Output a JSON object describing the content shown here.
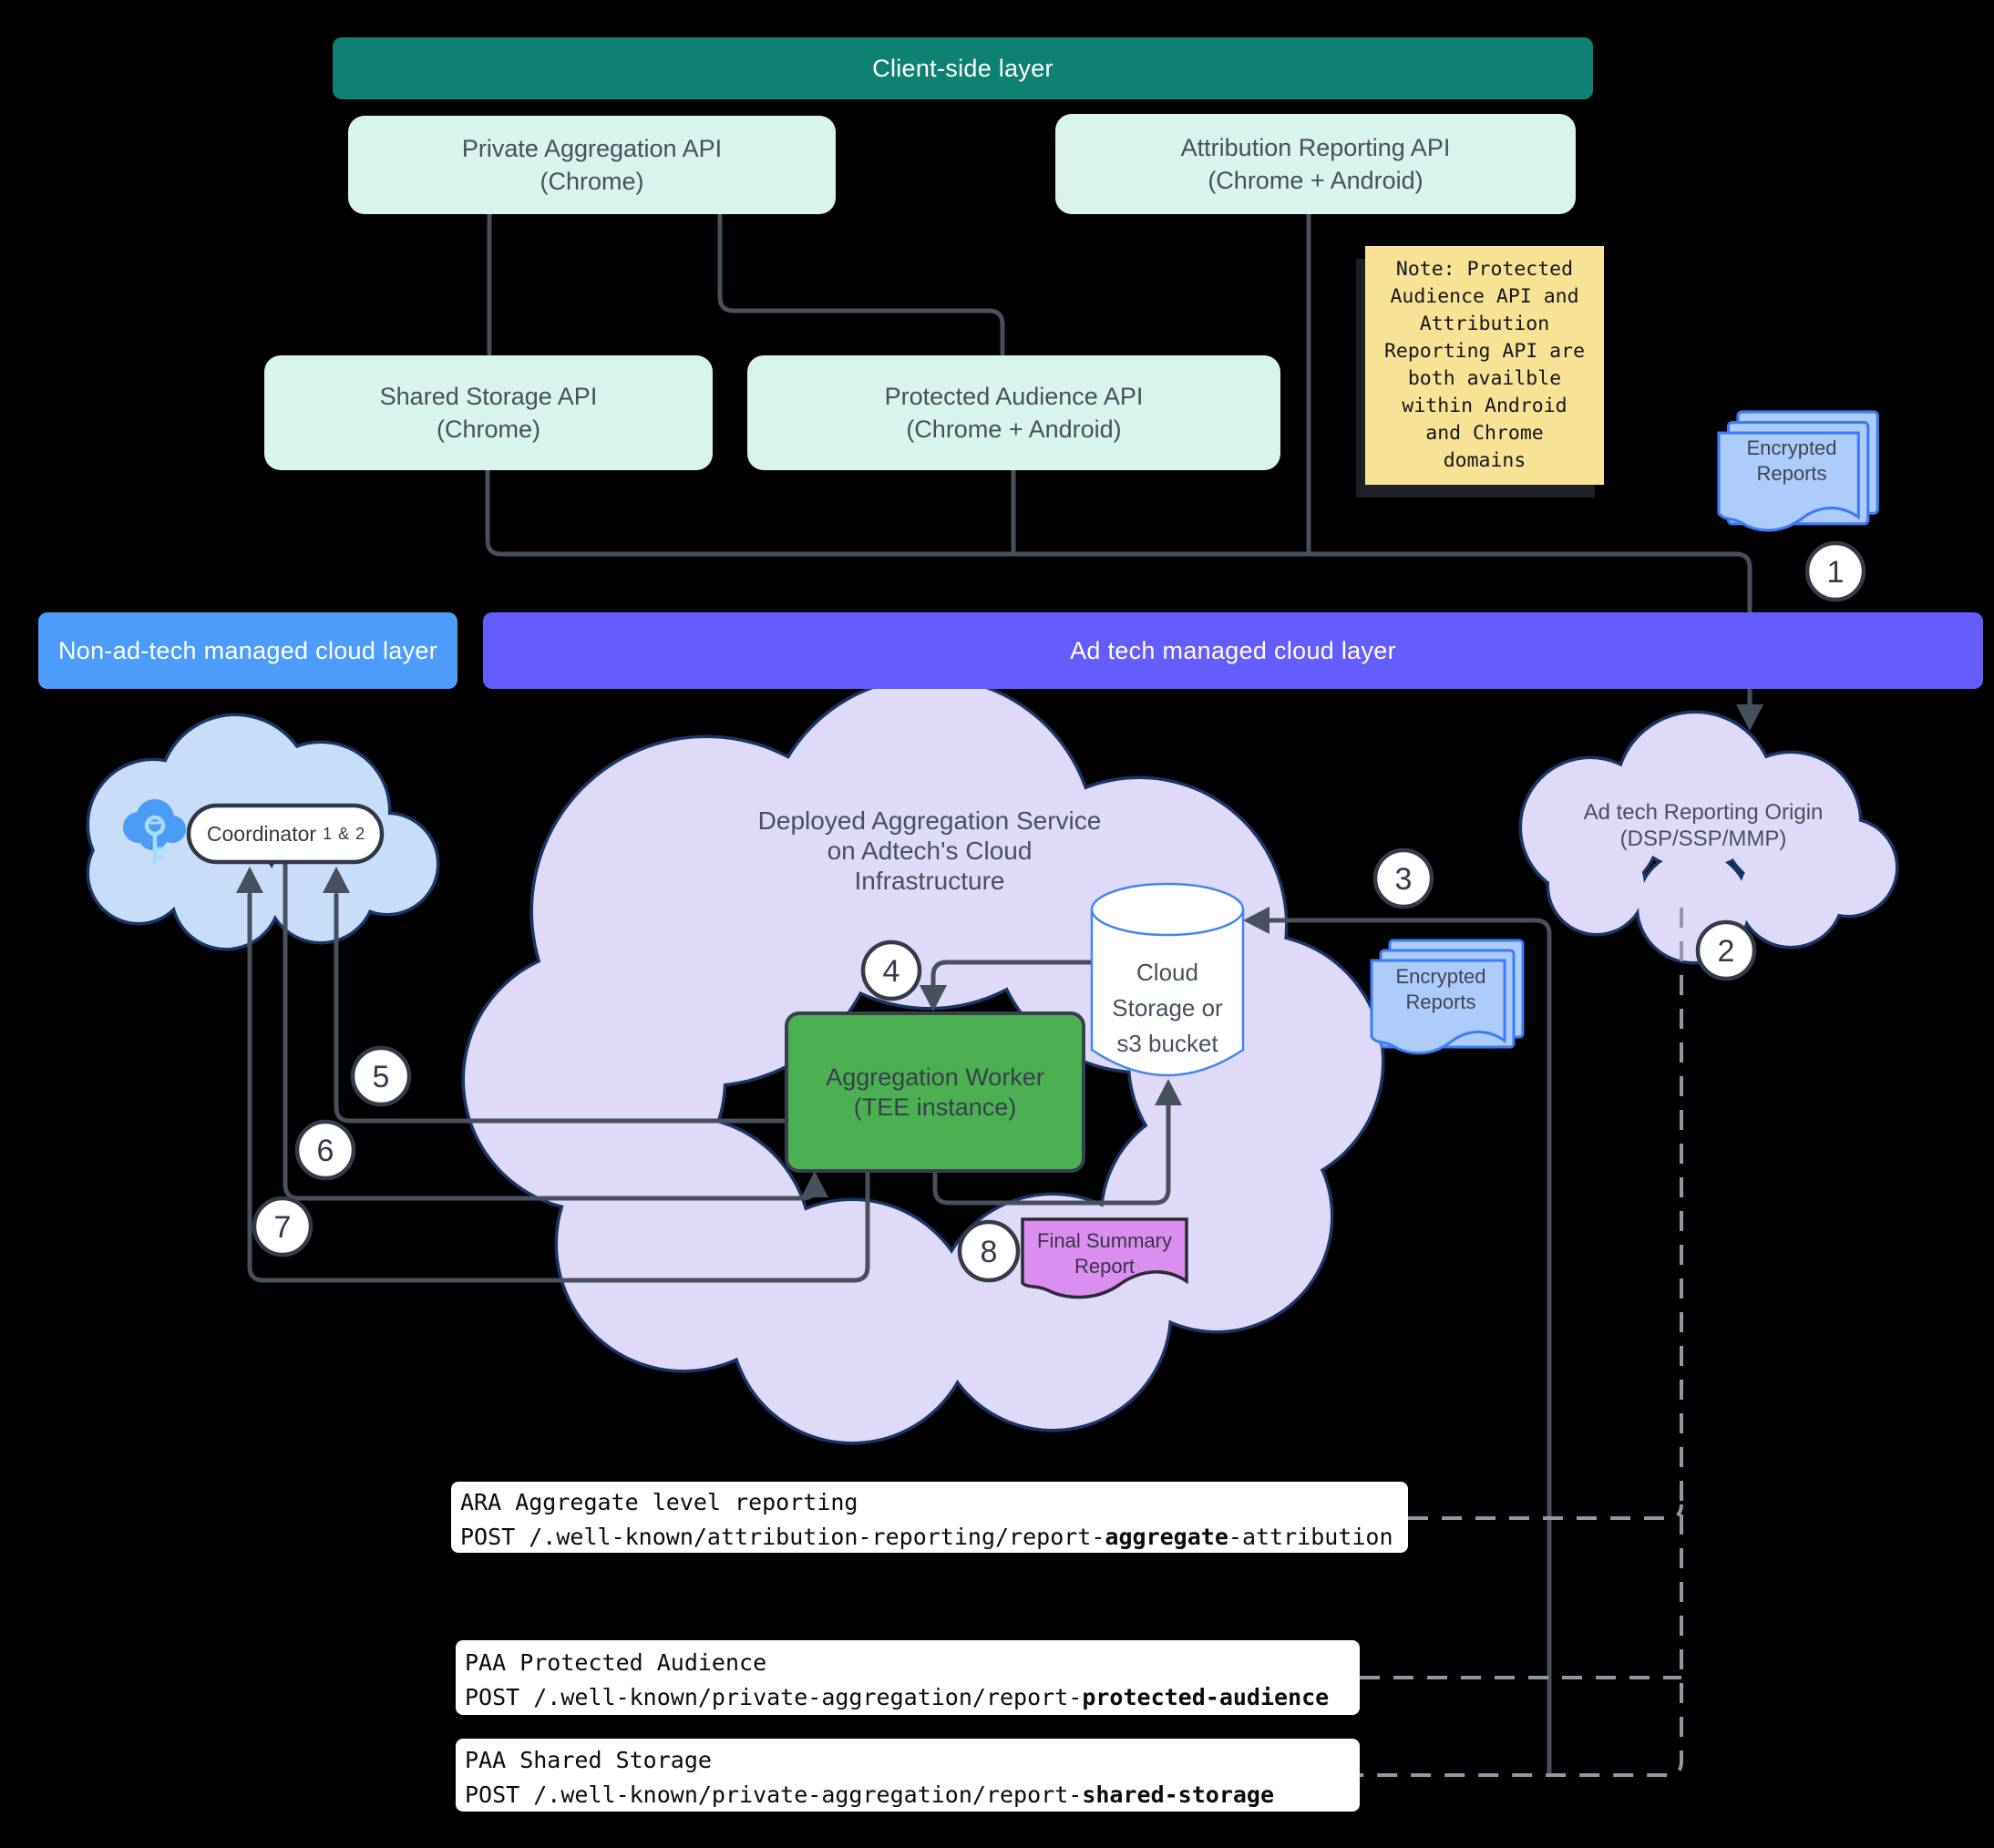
{
  "layers": {
    "client": "Client-side layer",
    "non_adtech": "Non-ad-tech managed cloud layer",
    "adtech": "Ad tech managed cloud layer"
  },
  "api_boxes": {
    "private_aggregation": {
      "line1": "Private Aggregation API",
      "line2": "(Chrome)"
    },
    "attribution_reporting": {
      "line1": "Attribution Reporting API",
      "line2": "(Chrome + Android)"
    },
    "shared_storage": {
      "line1": "Shared Storage API",
      "line2": "(Chrome)"
    },
    "protected_audience": {
      "line1": "Protected Audience API",
      "line2": "(Chrome + Android)"
    }
  },
  "note": {
    "lines": [
      "Note: Protected",
      "Audience API and",
      "Attribution",
      "Reporting API are",
      "both availble",
      "within Android",
      "and Chrome",
      "domains"
    ]
  },
  "coordinator": {
    "label": "Coordinator",
    "sub": "1 & 2"
  },
  "deployed_cloud": {
    "lines": [
      "Deployed Aggregation Service",
      "on Adtech's Cloud",
      "Infrastructure"
    ]
  },
  "origin_cloud": {
    "lines": [
      "Ad tech Reporting Origin",
      "(DSP/SSP/MMP)"
    ]
  },
  "storage": {
    "lines": [
      "Cloud",
      "Storage or",
      "s3 bucket"
    ]
  },
  "worker": {
    "lines": [
      "Aggregation Worker",
      "(TEE instance)"
    ]
  },
  "docs": {
    "encrypted": {
      "lines": [
        "Encrypted",
        "Reports"
      ]
    },
    "final_summary": {
      "lines": [
        "Final Summary",
        "Report"
      ]
    }
  },
  "steps": [
    "1",
    "2",
    "3",
    "4",
    "5",
    "6",
    "7",
    "8"
  ],
  "endpoints": [
    {
      "title": "ARA Aggregate level reporting",
      "pre": "POST /.well-known/attribution-reporting/report-",
      "bold": "aggregate",
      "post": "-attribution"
    },
    {
      "title": "PAA Protected Audience",
      "pre": "POST /.well-known/private-aggregation/report-",
      "bold": "protected-audience",
      "post": ""
    },
    {
      "title": "PAA Shared Storage",
      "pre": "POST /.well-known/private-aggregation/report-",
      "bold": "shared-storage",
      "post": ""
    }
  ],
  "colors": {
    "background": "#000000",
    "client_bar": "#0e8173",
    "api_box": "#d8f4ec",
    "note_bg": "#f8e296",
    "non_adtech_bar": "#4d9bfa",
    "adtech_bar": "#645cfc",
    "coordinator_cloud": "#c8ddf8",
    "lavender_cloud": "#dedaf8",
    "cloud_border": "#1a3464",
    "worker_green": "#4cb052",
    "cylinder_border": "#4285f4",
    "doc_blue": "#adcbfb",
    "final_report_pink": "#d98ef0",
    "line": "#47505d",
    "dashed_line": "#9098a3"
  }
}
